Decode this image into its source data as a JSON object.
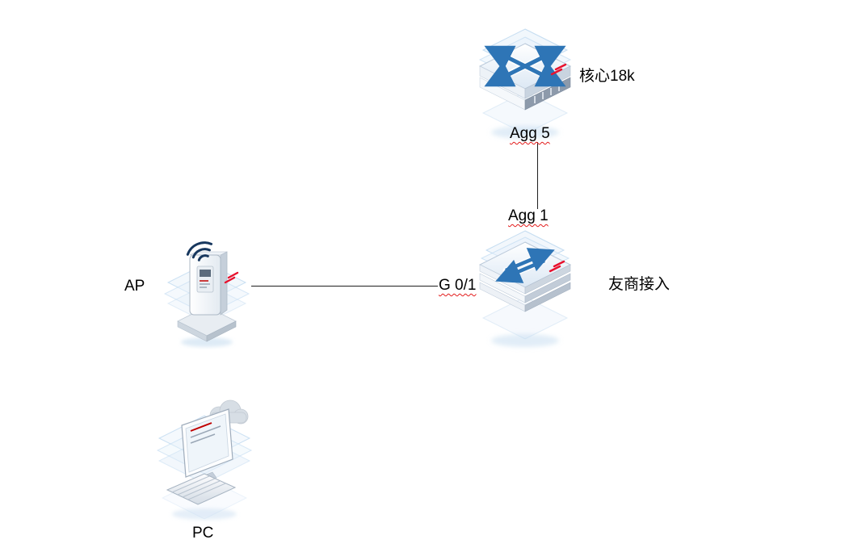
{
  "diagram": {
    "type": "network-topology",
    "nodes": {
      "core": {
        "label": "核心18k",
        "icon": "core-switch-icon"
      },
      "access": {
        "label": "友商接入",
        "icon": "access-switch-icon"
      },
      "ap": {
        "label": "AP",
        "icon": "access-point-icon"
      },
      "pc": {
        "label": "PC",
        "icon": "pc-icon"
      }
    },
    "ports": {
      "agg5": "Agg 5",
      "agg1": "Agg 1",
      "g01": "G 0/1"
    },
    "links": [
      {
        "from": "core",
        "from_port": "Agg 5",
        "to": "access",
        "to_port": "Agg 1"
      },
      {
        "from": "ap",
        "to": "access",
        "to_port": "G 0/1"
      }
    ],
    "colors": {
      "arrow_blue": "#2E75B6",
      "glow_blue": "#BDD7EE",
      "status_red": "#E8112D",
      "connector_black": "#1F1F1F",
      "spellcheck_red": "#E31B1B"
    }
  }
}
